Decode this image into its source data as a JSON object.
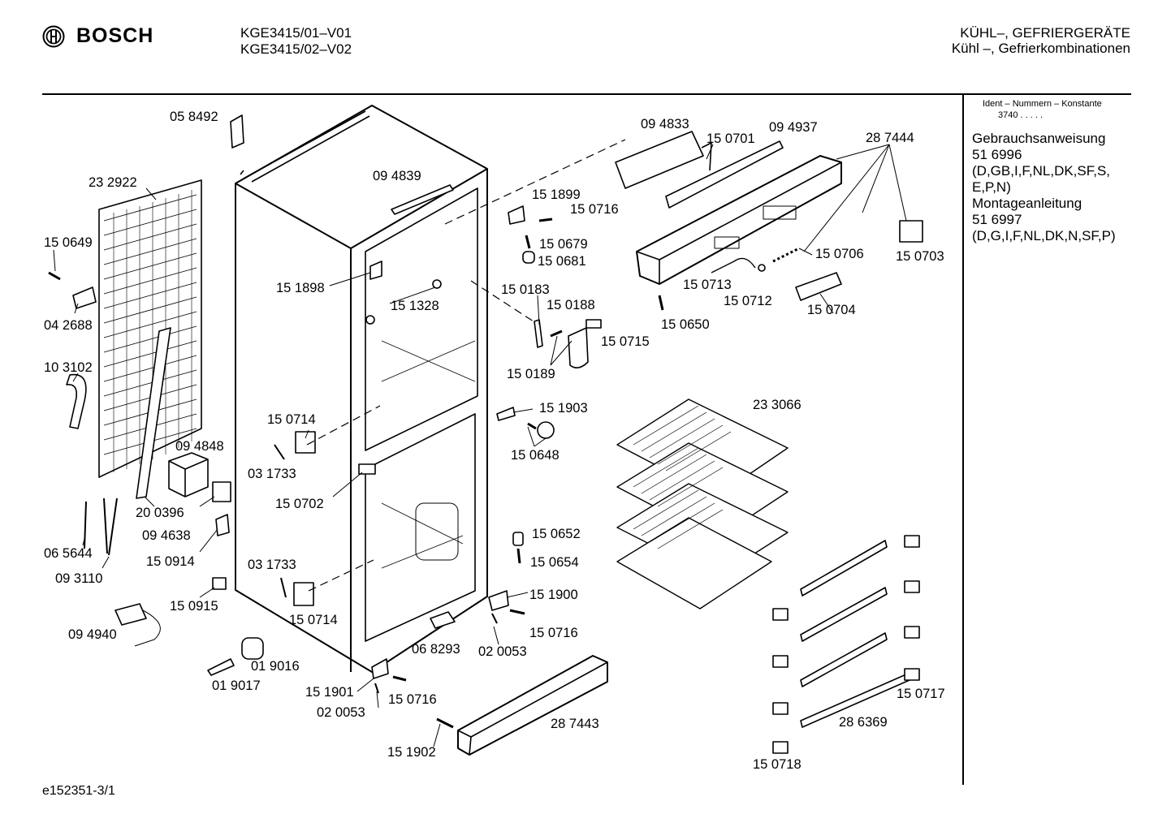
{
  "header": {
    "brand": "BOSCH",
    "models": [
      "KGE3415/01–V01",
      "KGE3415/02–V02"
    ],
    "category": [
      "KÜHL–, GEFRIERGERÄTE",
      "Kühl –, Gefrierkombinationen"
    ]
  },
  "sidebar": {
    "ident_label": "Ident – Nummern – Konstante",
    "ident_value": "3740  .  .  .  .  .",
    "docs": [
      "Gebrauchsanweisung",
      "51 6996",
      "(D,GB,I,F,NL,DK,SF,S,",
      "E,P,N)",
      "Montageanleitung",
      "51 6997",
      "(D,G,I,F,NL,DK,N,SF,P)"
    ]
  },
  "footer": {
    "code": "e152351-3/1"
  },
  "part_labels": [
    "05 8492",
    "23 2922",
    "15 0649",
    "04 2688",
    "10 3102",
    "09 4848",
    "20 0396",
    "09 4638",
    "06 5644",
    "15 0914",
    "09 3110",
    "15 0915",
    "09 4940",
    "01 9016",
    "01 9017",
    "09 4839",
    "15 1898",
    "15 1328",
    "15 0714",
    "03 1733",
    "15 0702",
    "03 1733",
    "15 0714",
    "09 4833",
    "15 0701",
    "09 4937",
    "28 7444",
    "15 1899",
    "15 0716",
    "15 0679",
    "15 0681",
    "15 0706",
    "15 0703",
    "15 0713",
    "15 0712",
    "15 0704",
    "15 0650",
    "15 0183",
    "15 0188",
    "15 0715",
    "15 0189",
    "15 1903",
    "15 0648",
    "23 3066",
    "15 0652",
    "15 0654",
    "15 1900",
    "15 0716",
    "06 8293",
    "02 0053",
    "15 1901",
    "15 0716",
    "02 0053",
    "28 7443",
    "15 1902",
    "28 6369",
    "15 0717",
    "15 0718"
  ]
}
